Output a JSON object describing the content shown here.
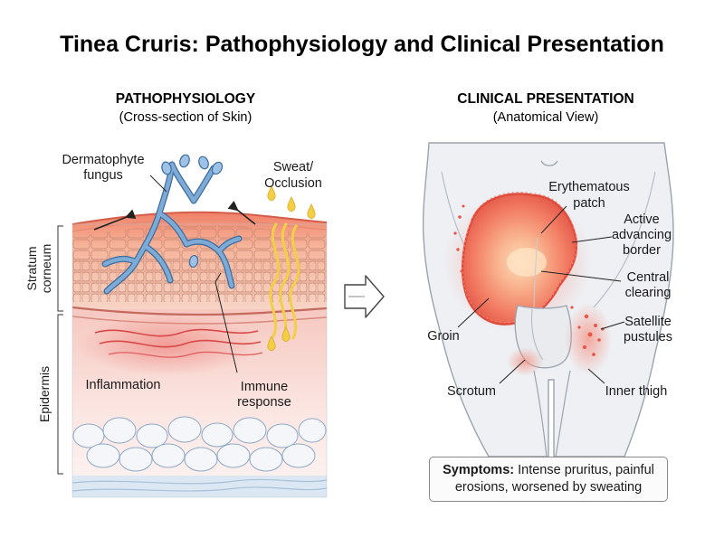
{
  "title": "Tinea Cruris: Pathophysiology and Clinical Presentation",
  "left_panel": {
    "heading": "PATHOPHYSIOLOGY",
    "subheading": "(Cross-section of Skin)",
    "labels": {
      "fungus_line1": "Dermatophyte",
      "fungus_line2": "fungus",
      "sweat_line1": "Sweat/",
      "sweat_line2": "Occlusion",
      "stratum_line1": "Stratum",
      "stratum_line2": "corneum",
      "epidermis": "Epidermis",
      "inflammation": "Inflammation",
      "immune_line1": "Immune",
      "immune_line2": "response"
    }
  },
  "right_panel": {
    "heading": "CLINICAL PRESENTATION",
    "subheading": "(Anatomical View)",
    "labels": {
      "patch_line1": "Erythematous",
      "patch_line2": "patch",
      "border_line1": "Active",
      "border_line2": "advancing",
      "border_line3": "border",
      "clearing_line1": "Central",
      "clearing_line2": "clearing",
      "satellite_line1": "Satellite",
      "satellite_line2": "pustules",
      "groin": "Groin",
      "scrotum": "Scrotum",
      "inner_thigh": "Inner thigh"
    }
  },
  "symptoms": {
    "label": "Symptoms:",
    "line1": " Intense pruritus, painful",
    "line2": "erosions, worsened by sweating"
  },
  "colors": {
    "hyphae": "#6f9fd1",
    "hyphae_outline": "#3e6d9e",
    "sweat": "#f2cf45",
    "inflammation": "#e2484a",
    "skin_body": "#eef0f4"
  }
}
